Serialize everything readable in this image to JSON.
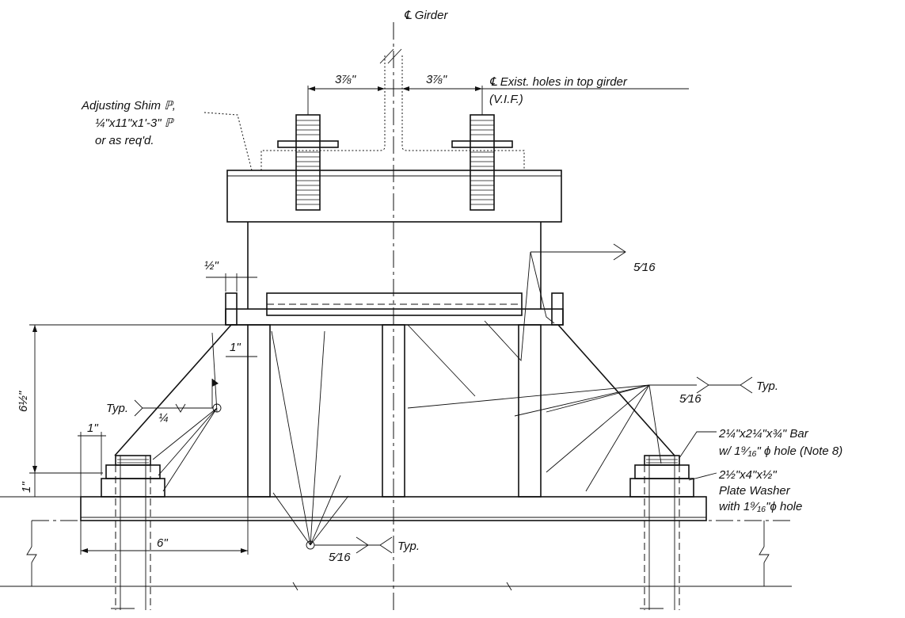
{
  "labels": {
    "cl_girder": "℄ Girder",
    "cl_exist_holes": "℄ Exist. holes in top girder",
    "vif": "(V.I.F.)",
    "shim_line1": "Adjusting Shim ℙ,",
    "shim_line2": "¼\"x11\"x1'-3\" ℙ",
    "shim_line3": "or as req'd.",
    "bar_line1": "2¼\"x2¼\"x¾\" Bar",
    "bar_line2": "w/ 1⁹⁄₁₆\" ϕ hole (Note 8)",
    "washer_line1": "2½\"x4\"x½\"",
    "washer_line2": "Plate Washer",
    "washer_line3": "with 1⁹⁄₁₆\"ϕ hole"
  },
  "dimensions": {
    "bolt_left": "3⅞\"",
    "bolt_right": "3⅞\"",
    "half_in": "½\"",
    "one_in_web": "1\"",
    "height": "6½\"",
    "one_in_left": "1\"",
    "one_in_vert": "1\"",
    "six_in": "6\""
  },
  "welds": {
    "top_right_size": "5⁄16",
    "typ_right_size": "5⁄16",
    "typ_right_label": "Typ.",
    "typ_left_label": "Typ.",
    "typ_left_size": "¼",
    "bottom_label": "Typ.",
    "bottom_size": "5⁄16"
  }
}
